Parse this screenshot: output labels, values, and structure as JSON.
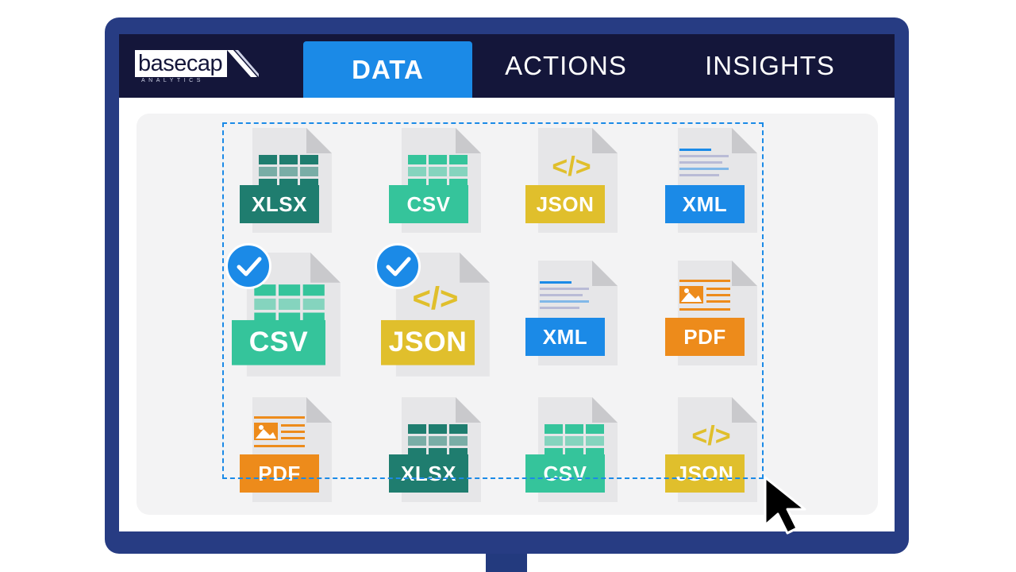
{
  "brand": {
    "name": "basecap",
    "tagline": "ANALYTICS"
  },
  "nav": {
    "tabs": [
      {
        "label": "DATA",
        "active": true
      },
      {
        "label": "ACTIONS",
        "active": false
      },
      {
        "label": "INSIGHTS",
        "active": false
      }
    ]
  },
  "colors": {
    "frame": "#273c83",
    "nav_bg": "#14163a",
    "accent": "#1b8ae7",
    "xlsx": "#1f7d6f",
    "csv": "#35c49b",
    "json": "#e0bf2c",
    "xml": "#1b8ae7",
    "pdf": "#ed8b1b"
  },
  "files": [
    {
      "type": "XLSX",
      "icon": "spreadsheet-grid-icon",
      "selected": false
    },
    {
      "type": "CSV",
      "icon": "spreadsheet-grid-icon",
      "selected": false
    },
    {
      "type": "JSON",
      "icon": "code-brackets-icon",
      "selected": false
    },
    {
      "type": "XML",
      "icon": "text-lines-icon",
      "selected": false
    },
    {
      "type": "CSV",
      "icon": "spreadsheet-grid-icon",
      "selected": true
    },
    {
      "type": "JSON",
      "icon": "code-brackets-icon",
      "selected": true
    },
    {
      "type": "XML",
      "icon": "text-lines-icon",
      "selected": false
    },
    {
      "type": "PDF",
      "icon": "image-document-icon",
      "selected": false
    },
    {
      "type": "PDF",
      "icon": "image-document-icon",
      "selected": false
    },
    {
      "type": "XLSX",
      "icon": "spreadsheet-grid-icon",
      "selected": false
    },
    {
      "type": "CSV",
      "icon": "spreadsheet-grid-icon",
      "selected": false
    },
    {
      "type": "JSON",
      "icon": "code-brackets-icon",
      "selected": false
    }
  ]
}
